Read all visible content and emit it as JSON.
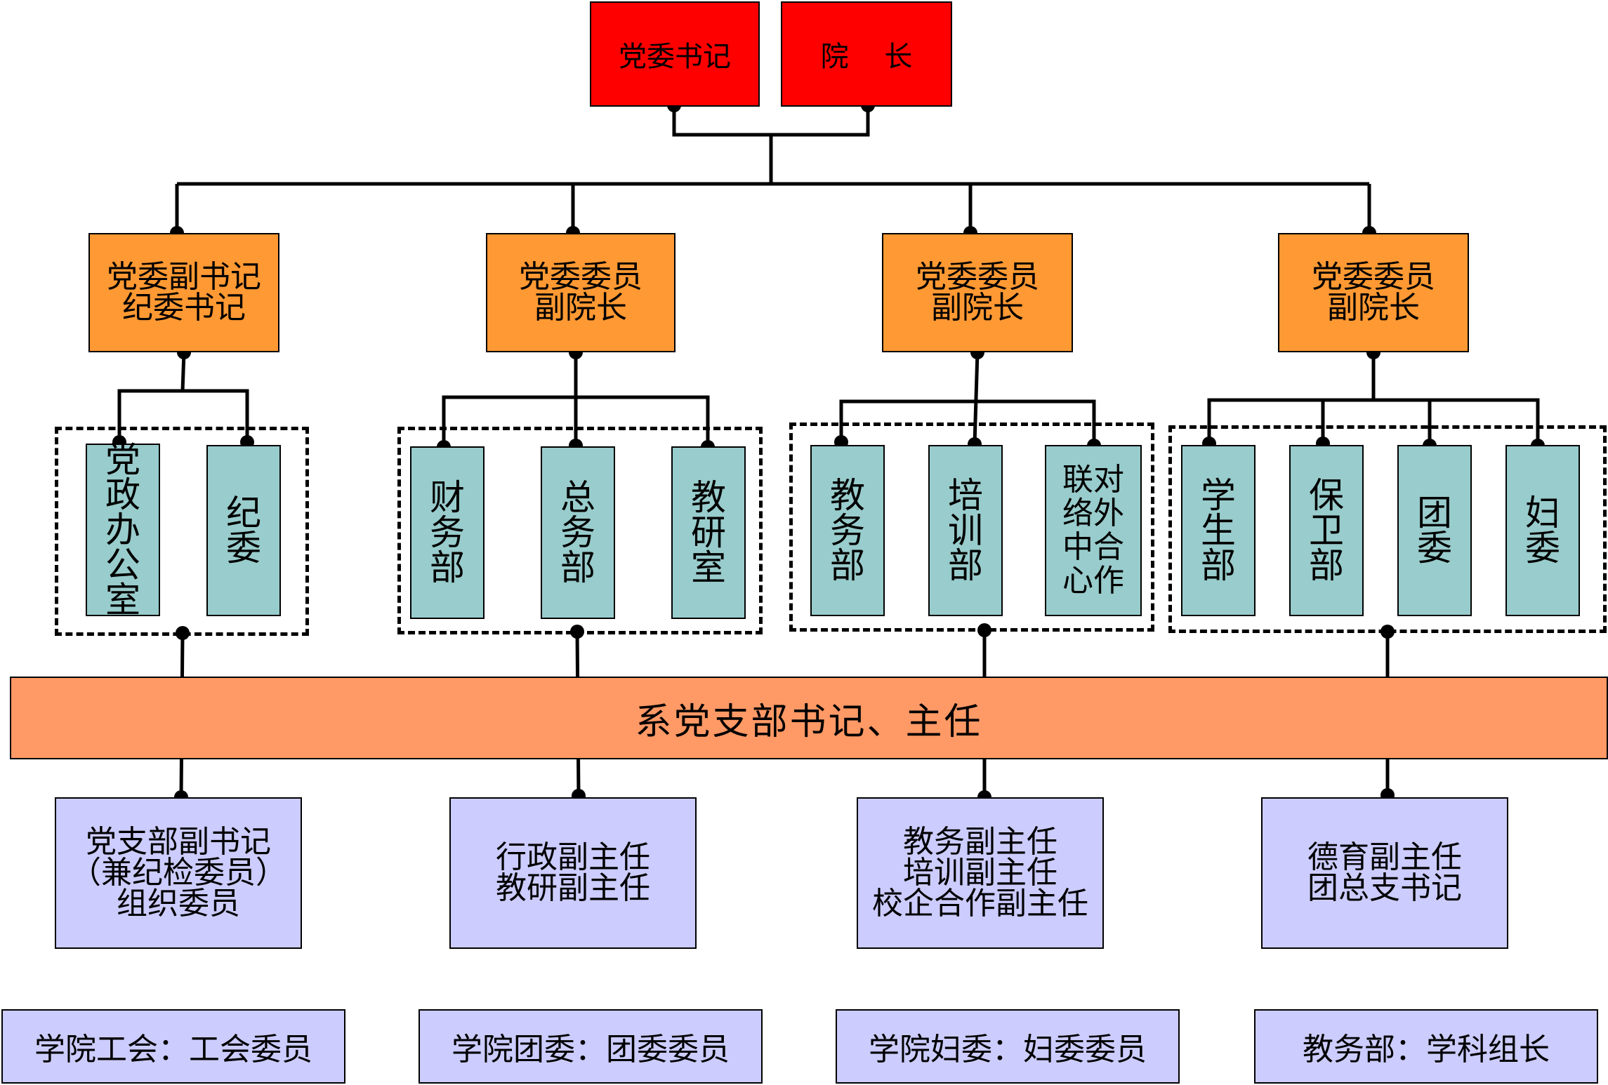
{
  "top": {
    "secretary": "党委书记",
    "president": "院    长"
  },
  "vp": [
    "党委副书记\n纪委书记",
    "党委委员\n副院长",
    "党委委员\n副院长",
    "党委委员\n副院长"
  ],
  "departments": {
    "party_office": "党\n政\n办\n公\n室",
    "discipline": "纪\n委",
    "finance": "财\n务\n部",
    "general_affairs": "总\n务\n部",
    "teaching_research": "教\n研\n室",
    "academic_affairs": "教\n务\n部",
    "training": "培\n训\n部",
    "external_cooperation": "联对\n络外\n中合\n心作",
    "student": "学\n生\n部",
    "security": "保\n卫\n部",
    "youth_league": "团\n委",
    "women": "妇\n委"
  },
  "band": "系党支部书记、主任",
  "sub": [
    "党支部副书记\n（兼纪检委员）\n组织委员",
    "行政副主任\n教研副主任",
    "教务副主任\n培训副主任\n校企合作副主任",
    "德育副主任\n团总支书记"
  ],
  "footer": [
    "学院工会：工会委员",
    "学院团委：团委委员",
    "学院妇委：妇委委员",
    "教务部：学科组长"
  ],
  "colors": {
    "top": "#ff0000",
    "vp": "#ff9933",
    "department": "#99cccc",
    "band": "#ff9966",
    "sub": "#ccccff",
    "footer": "#ccccff",
    "lines": "#000000"
  }
}
